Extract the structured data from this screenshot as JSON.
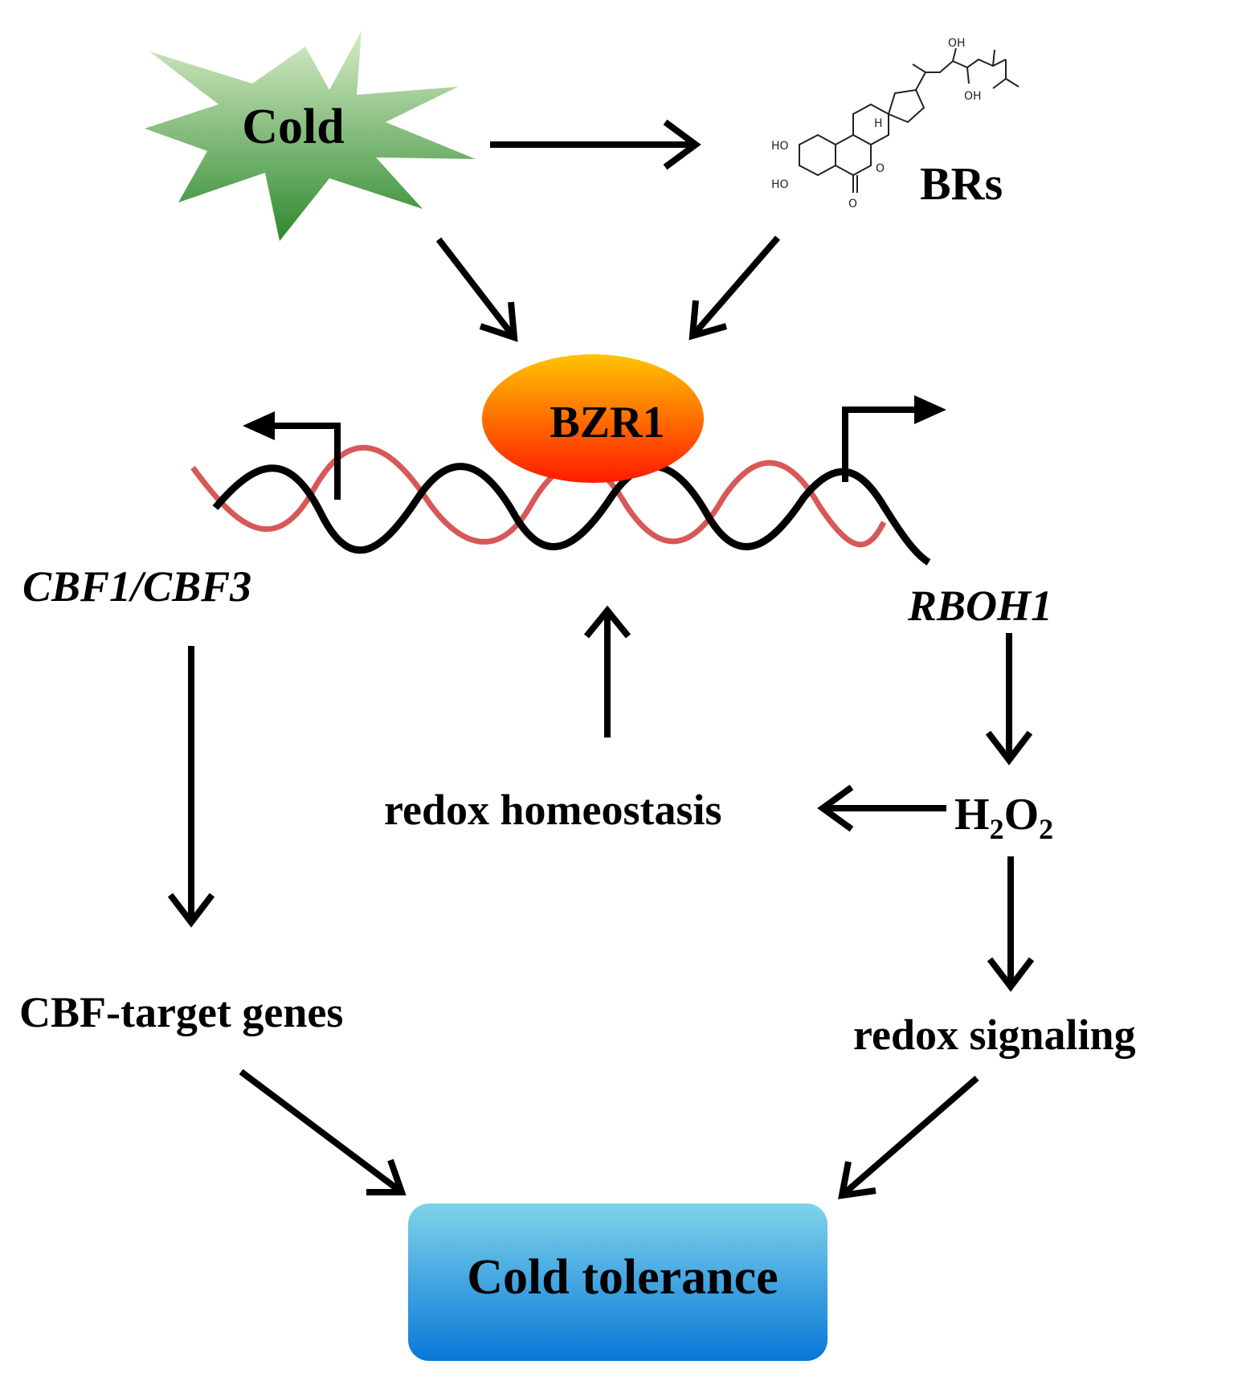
{
  "colors": {
    "cold_star_top": "#d8ecc8",
    "cold_star_bottom": "#2e8a2e",
    "bzr1_top": "#ffc400",
    "bzr1_bottom": "#ff1a00",
    "dna_strand_1": "#000000",
    "dna_strand_2": "#d85858",
    "tolerance_top": "#7fd3ea",
    "tolerance_bottom": "#0878d8"
  },
  "nodes": {
    "cold": "Cold",
    "brs": "BRs",
    "bzr1": "BZR1",
    "cbf_genes": "CBF1/CBF3",
    "rboh1": "RBOH1",
    "h2o2": {
      "h": "H",
      "sub1": "2",
      "o": "O",
      "sub2": "2"
    },
    "redox_homeostasis": "redox homeostasis",
    "cbf_targets": "CBF-target genes",
    "redox_signaling": "redox signaling",
    "cold_tolerance": "Cold tolerance"
  },
  "molecule": {
    "icon": "brassinolide-structure",
    "labels": {
      "oh_top": "OH",
      "oh_side": "OH",
      "ho_1": "HO",
      "ho_2": "HO",
      "h": "H",
      "o_ring": "O",
      "o_keto": "O"
    }
  }
}
